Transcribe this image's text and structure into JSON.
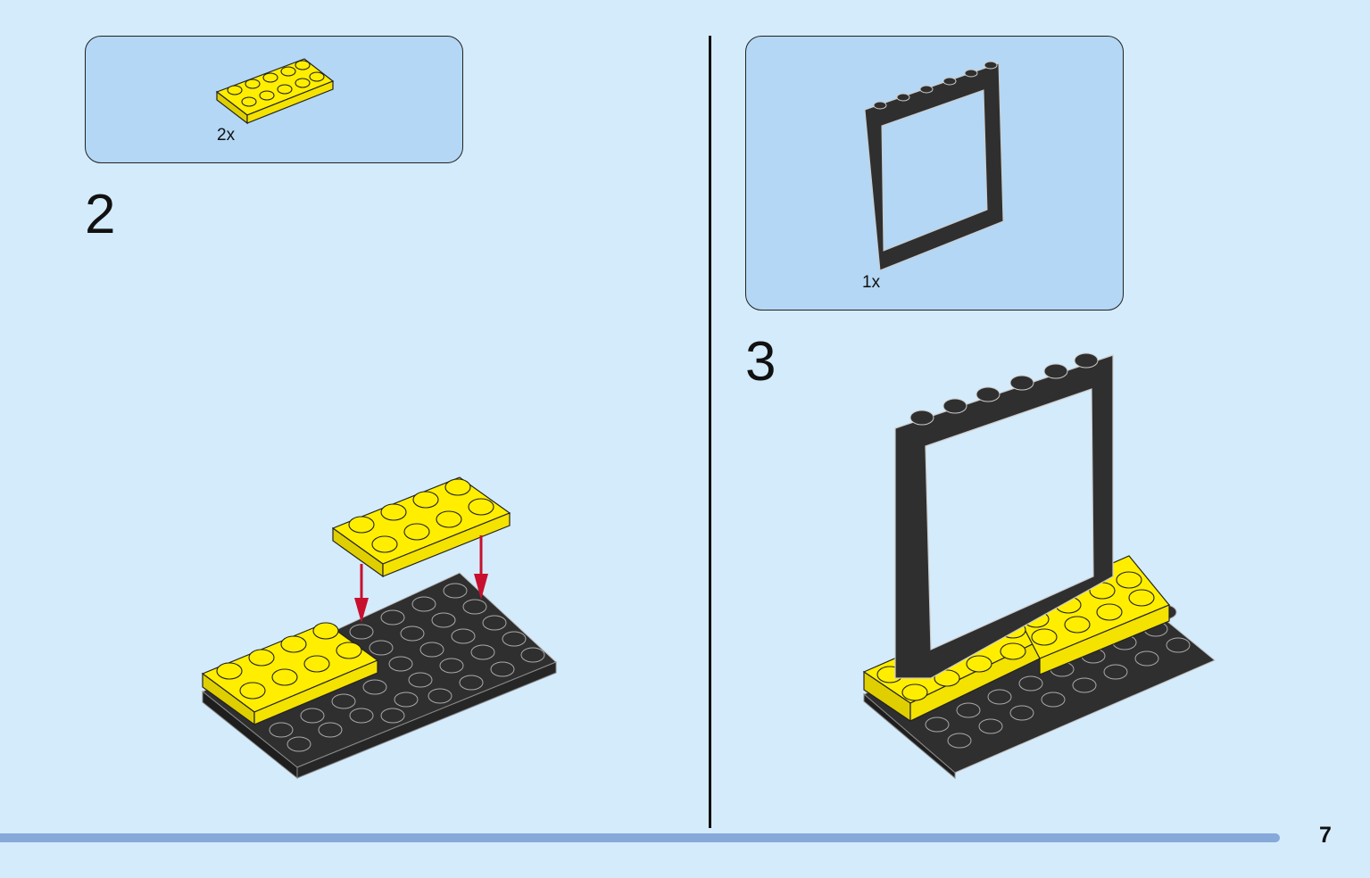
{
  "steps": [
    {
      "number": "2",
      "parts": [
        {
          "quantity": "2x",
          "part": "yellow-plate-2x4"
        }
      ]
    },
    {
      "number": "3",
      "parts": [
        {
          "quantity": "1x",
          "part": "black-window-frame-1x6x6"
        }
      ]
    }
  ],
  "page_number": "7",
  "colors": {
    "background": "#d4ebfb",
    "parts_box": "#b3d7f4",
    "yellow": "#ffee00",
    "black_brick": "#2f2f2f",
    "arrow": "#c8102e",
    "bottom_bar": "#86a9da"
  }
}
